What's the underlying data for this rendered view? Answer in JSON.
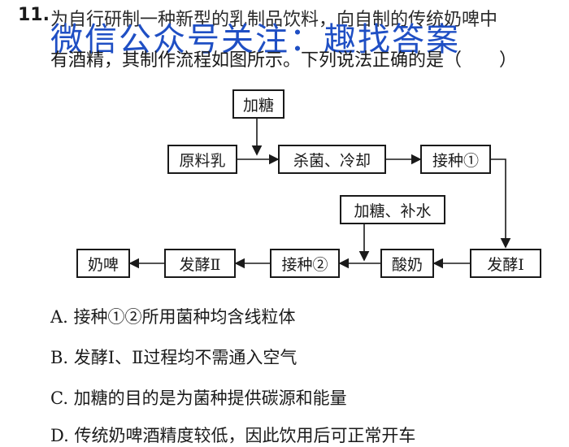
{
  "question": {
    "number": "11.",
    "line1_partial": "为自行研制一种新型的乳制品饮料，向自制的传统奶啤中",
    "line2": "有酒精，其制作流程如图所示。下列说法正确的是（",
    "line2_bracket": "）"
  },
  "watermark": "微信公众号关注：趣找答案",
  "flowchart": {
    "add_sugar": "加糖",
    "raw_milk": "原料乳",
    "sterilize_cool": "杀菌、冷却",
    "inoculate_1": "接种①",
    "ferment_1": "发酵Ⅰ",
    "add_sugar_water": "加糖、补水",
    "yogurt": "酸奶",
    "inoculate_2": "接种②",
    "ferment_2": "发酵Ⅱ",
    "milk_beer": "奶啤"
  },
  "options": [
    "A. 接种①②所用菌种均含线粒体",
    "B. 发酵Ⅰ、Ⅱ过程均不需通入空气",
    "C. 加糖的目的是为菌种提供碳源和能量",
    "D. 传统奶啤酒精度较低，因此饮用后可正常开车"
  ]
}
